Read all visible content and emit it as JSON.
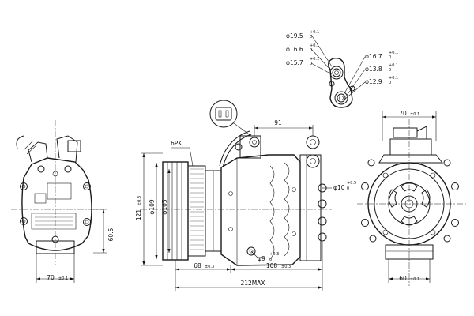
{
  "dims": {
    "bottom_left": "70",
    "bottom_left_tol": "±0.1",
    "right_height": "60.5",
    "pulley_label": "6PK",
    "overall_height": "121",
    "overall_height_tol": "±0.3",
    "dia_109": "φ109",
    "dia_105": "φ105",
    "len_68": "68",
    "len_68_tol": "±0.3",
    "len_108": "108",
    "len_108_tol": "±0.3",
    "len_212": "212MAX",
    "len_91": "91",
    "hole_9": "φ9",
    "hole_9_tol": "+0.3\n0",
    "hole_10": "φ10",
    "hole_10_tol": "+0.5\n0",
    "right_top": "70",
    "right_top_tol": "±0.1",
    "right_bottom": "60",
    "right_bottom_tol": "±0.1",
    "fit_19_5": "φ19.5",
    "fit_16_6": "φ16.6",
    "fit_15_7": "φ15.7",
    "fit_16_7": "φ16.7",
    "fit_13_8": "φ13.8",
    "fit_12_9": "φ12.9",
    "fit_tol": "+0.1",
    "fit_tol_lower": "0"
  }
}
